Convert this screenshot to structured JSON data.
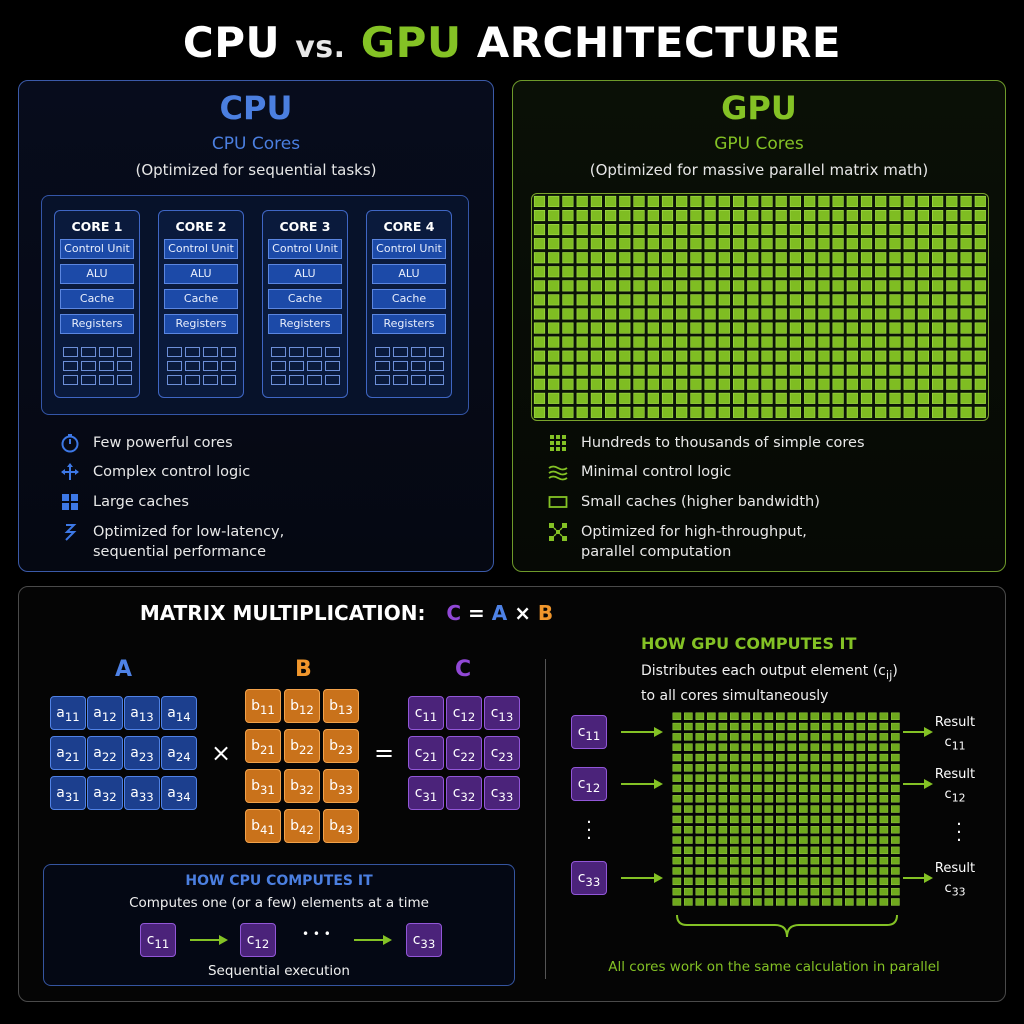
{
  "title": {
    "cpu": "CPU",
    "vs": "vs.",
    "gpu": "GPU",
    "rest": "ARCHITECTURE"
  },
  "cpu": {
    "heading": "CPU",
    "subheading": "CPU Cores",
    "note": "(Optimized for sequential tasks)",
    "cores": [
      {
        "label": "CORE 1",
        "units": [
          "Control Unit",
          "ALU",
          "Cache",
          "Registers"
        ]
      },
      {
        "label": "CORE 2",
        "units": [
          "Control Unit",
          "ALU",
          "Cache",
          "Registers"
        ]
      },
      {
        "label": "CORE 3",
        "units": [
          "Control Unit",
          "ALU",
          "Cache",
          "Registers"
        ]
      },
      {
        "label": "CORE 4",
        "units": [
          "Control Unit",
          "ALU",
          "Cache",
          "Registers"
        ]
      }
    ],
    "features": [
      {
        "icon": "speedometer-icon",
        "text": "Few powerful cores"
      },
      {
        "icon": "branch-arrows-icon",
        "text": "Complex control logic"
      },
      {
        "icon": "cache-blocks-icon",
        "text": "Large caches"
      },
      {
        "icon": "lightning-icon",
        "text": "Optimized for low-latency,",
        "text2": "sequential performance"
      }
    ]
  },
  "gpu": {
    "heading": "GPU",
    "subheading": "GPU Cores",
    "note": "(Optimized for massive parallel matrix math)",
    "features": [
      {
        "icon": "grid-icon",
        "text": "Hundreds to thousands of simple cores"
      },
      {
        "icon": "waves-icon",
        "text": "Minimal control logic"
      },
      {
        "icon": "rectangle-icon",
        "text": "Small caches (higher bandwidth)"
      },
      {
        "icon": "parallel-arrows-icon",
        "text": "Optimized for high-throughput,",
        "text2": "parallel computation"
      }
    ]
  },
  "matrix": {
    "title": "MATRIX MULTIPLICATION:",
    "eq": {
      "c": "C",
      "eq": "=",
      "a": "A",
      "x": "×",
      "b": "B"
    },
    "labels": {
      "a": "A",
      "b": "B",
      "c": "C"
    },
    "times": "×",
    "equals": "=",
    "a_cells": [
      [
        "a",
        "11"
      ],
      [
        "a",
        "12"
      ],
      [
        "a",
        "13"
      ],
      [
        "a",
        "14"
      ],
      [
        "a",
        "21"
      ],
      [
        "a",
        "22"
      ],
      [
        "a",
        "23"
      ],
      [
        "a",
        "24"
      ],
      [
        "a",
        "31"
      ],
      [
        "a",
        "32"
      ],
      [
        "a",
        "33"
      ],
      [
        "a",
        "34"
      ]
    ],
    "b_cells": [
      [
        "b",
        "11"
      ],
      [
        "b",
        "12"
      ],
      [
        "b",
        "13"
      ],
      [
        "b",
        "21"
      ],
      [
        "b",
        "22"
      ],
      [
        "b",
        "23"
      ],
      [
        "b",
        "31"
      ],
      [
        "b",
        "32"
      ],
      [
        "b",
        "33"
      ],
      [
        "b",
        "41"
      ],
      [
        "b",
        "42"
      ],
      [
        "b",
        "43"
      ]
    ],
    "c_cells": [
      [
        "c",
        "11"
      ],
      [
        "c",
        "12"
      ],
      [
        "c",
        "13"
      ],
      [
        "c",
        "21"
      ],
      [
        "c",
        "22"
      ],
      [
        "c",
        "23"
      ],
      [
        "c",
        "31"
      ],
      [
        "c",
        "32"
      ],
      [
        "c",
        "33"
      ]
    ],
    "cpu_how": {
      "heading": "HOW CPU COMPUTES IT",
      "desc": "Computes one (or a few) elements at a time",
      "seq": [
        [
          "c",
          "11"
        ],
        [
          "c",
          "12"
        ],
        [
          "c",
          "33"
        ]
      ],
      "ellipsis": "• • •",
      "caption": "Sequential execution"
    },
    "gpu_how": {
      "heading": "HOW GPU COMPUTES IT",
      "desc1": "Distributes each output element (c",
      "desc1_sub": "ij",
      "desc1_end": ")",
      "desc2": "to all cores simultaneously",
      "inputs": [
        [
          "c",
          "11"
        ],
        [
          "c",
          "12"
        ],
        [
          "c",
          "33"
        ]
      ],
      "result_label": "Result",
      "results": [
        [
          "c",
          "11"
        ],
        [
          "c",
          "12"
        ],
        [
          "c",
          "33"
        ]
      ],
      "note": "All cores work on the same calculation in parallel"
    }
  },
  "colors": {
    "cpu_blue": "#4b7fe0",
    "gpu_green": "#84c225",
    "matrix_a": "#1c3f8e",
    "matrix_b": "#c9721b",
    "matrix_c": "#4b237a"
  }
}
